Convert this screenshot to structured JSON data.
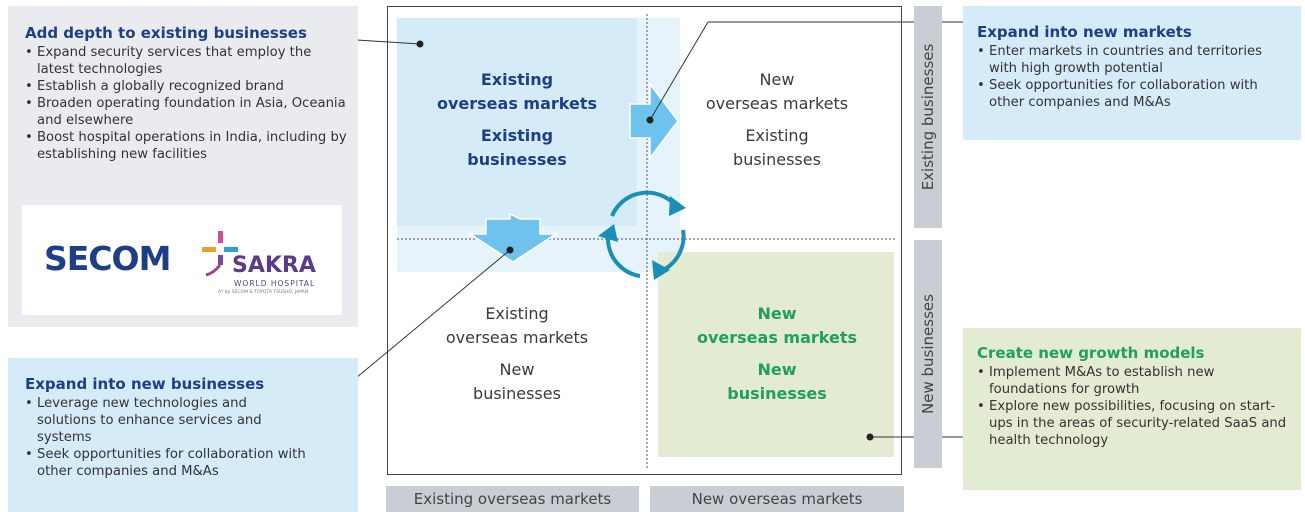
{
  "quadrants": {
    "top_left": {
      "line1": "Existing",
      "line2": "overseas markets",
      "line3": "Existing",
      "line4": "businesses"
    },
    "top_right": {
      "line1": "New",
      "line2": "overseas markets",
      "line3": "Existing",
      "line4": "businesses"
    },
    "bottom_left": {
      "line1": "Existing",
      "line2": "overseas markets",
      "line3": "New",
      "line4": "businesses"
    },
    "bottom_right": {
      "line1": "New",
      "line2": "overseas markets",
      "line3": "New",
      "line4": "businesses"
    }
  },
  "axes": {
    "bottom_left": "Existing overseas markets",
    "bottom_right": "New overseas markets",
    "right_top": "Existing businesses",
    "right_bottom": "New businesses"
  },
  "boxes": {
    "depth": {
      "title": "Add depth to existing businesses",
      "items": [
        "Expand security services that employ the latest technologies",
        "Establish a globally recognized brand",
        "Broaden operating foundation in Asia, Oceania and elsewhere",
        "Boost hospital operations in India, including by establishing new facilities"
      ]
    },
    "new_markets": {
      "title": "Expand into new markets",
      "items": [
        "Enter markets in countries and territories with high growth potential",
        "Seek opportunities for collaboration with other companies and M&As"
      ]
    },
    "new_businesses": {
      "title": "Expand into new businesses",
      "items": [
        "Leverage new technologies and solutions to enhance services and systems",
        "Seek opportunities for collaboration with other companies and M&As"
      ]
    },
    "growth_models": {
      "title": "Create new growth models",
      "items": [
        "Implement M&As to establish new foundations for growth",
        "Explore new possibilities, focusing on start-ups in the areas of security-related SaaS and health technology"
      ]
    }
  },
  "logos": {
    "secom": "SECOM",
    "sakra_name": "SAKRA",
    "sakra_sub": "WORLD HOSPITAL",
    "sakra_tag": "A* by SECOM & TOYOTA TSUSHO, JAPAN"
  },
  "colors": {
    "navy": "#1d3f86",
    "green": "#20a05b",
    "light_blue": "#d5ebf8",
    "light_green": "#e3ebd2",
    "gray_box": "#e9ebee",
    "axis_gray": "#c9cdd4",
    "arrow_blue": "#6ec3ee",
    "cycle_teal": "#1a8fb5"
  }
}
